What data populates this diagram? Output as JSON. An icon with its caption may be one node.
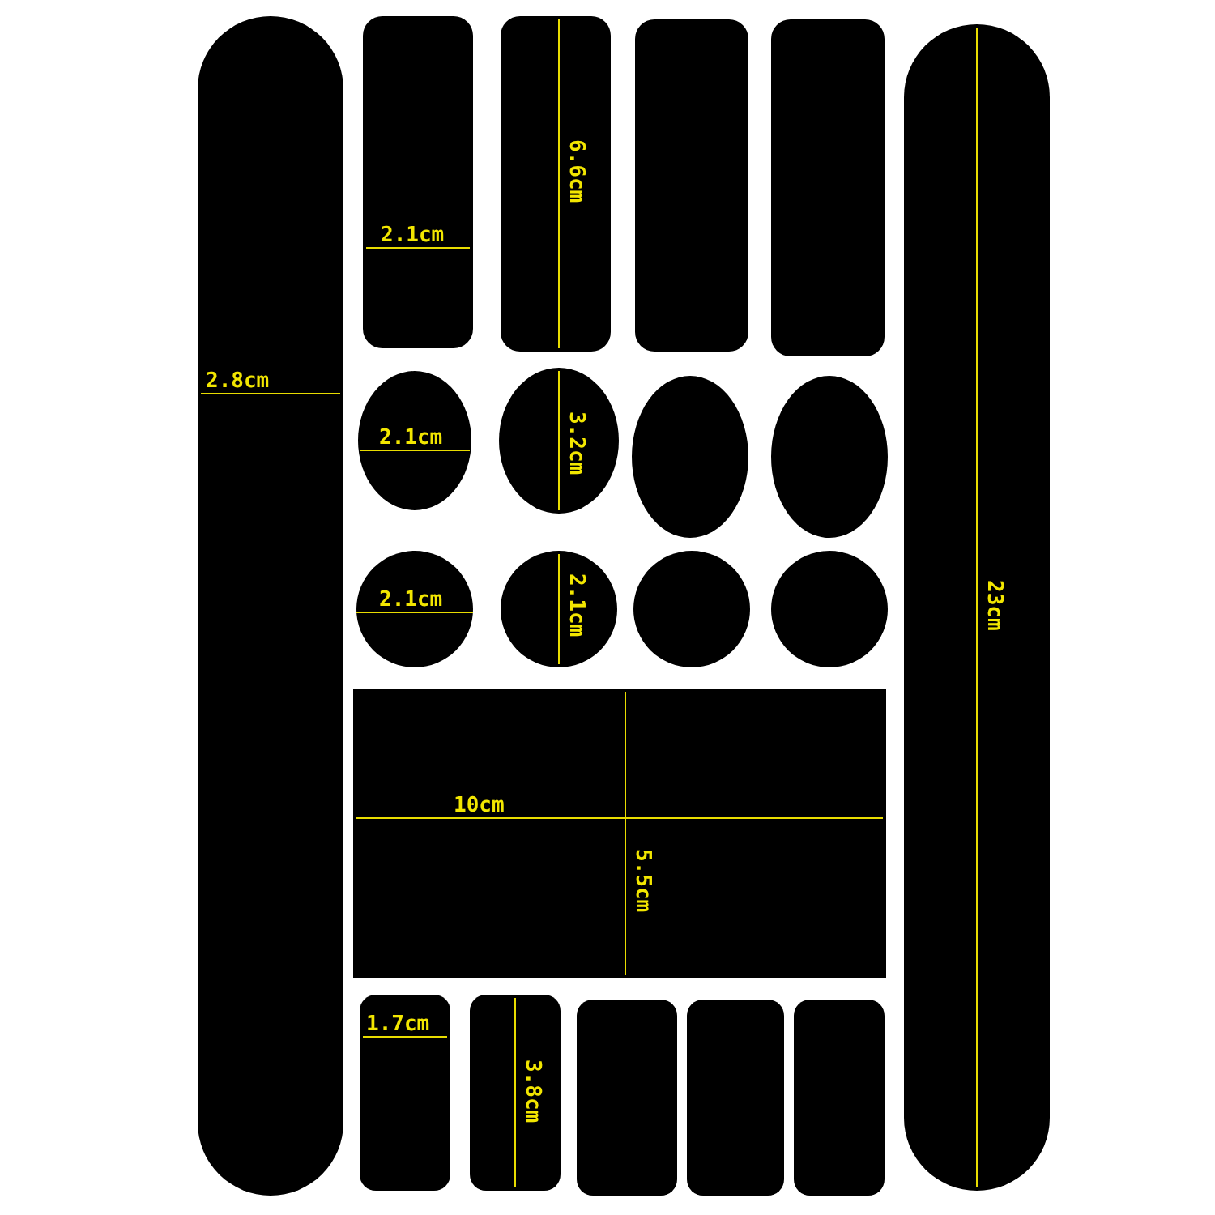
{
  "diagram": {
    "labels": [
      "6.6cm",
      "2.1cm",
      "2.8cm",
      "2.1cm",
      "3.2cm",
      "2.1cm",
      "2.1cm",
      "23cm",
      "10cm",
      "5.5cm",
      "1.7cm",
      "3.8cm"
    ]
  }
}
